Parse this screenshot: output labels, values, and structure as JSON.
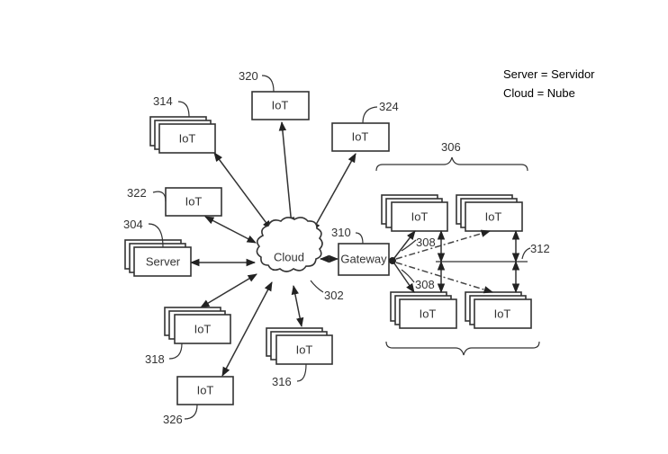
{
  "legend": {
    "line1": "Server = Servidor",
    "line2": "Cloud = Nube"
  },
  "nodes": {
    "cloud": {
      "label": "Cloud",
      "ref": "302"
    },
    "server": {
      "label": "Server",
      "ref": "304"
    },
    "gateway": {
      "label": "Gateway",
      "ref": "310"
    },
    "iot_314": {
      "label": "IoT",
      "ref": "314"
    },
    "iot_320": {
      "label": "IoT",
      "ref": "320"
    },
    "iot_324": {
      "label": "IoT",
      "ref": "324"
    },
    "iot_322": {
      "label": "IoT",
      "ref": "322"
    },
    "iot_318": {
      "label": "IoT",
      "ref": "318"
    },
    "iot_316": {
      "label": "IoT",
      "ref": "316"
    },
    "iot_326": {
      "label": "IoT",
      "ref": "326"
    },
    "group": {
      "ref": "306",
      "iot_tl": "IoT",
      "iot_tr": "IoT",
      "iot_bl": "IoT",
      "iot_br": "IoT"
    }
  },
  "refs": {
    "link_upper": "308",
    "link_lower": "308",
    "mesh": "312"
  }
}
